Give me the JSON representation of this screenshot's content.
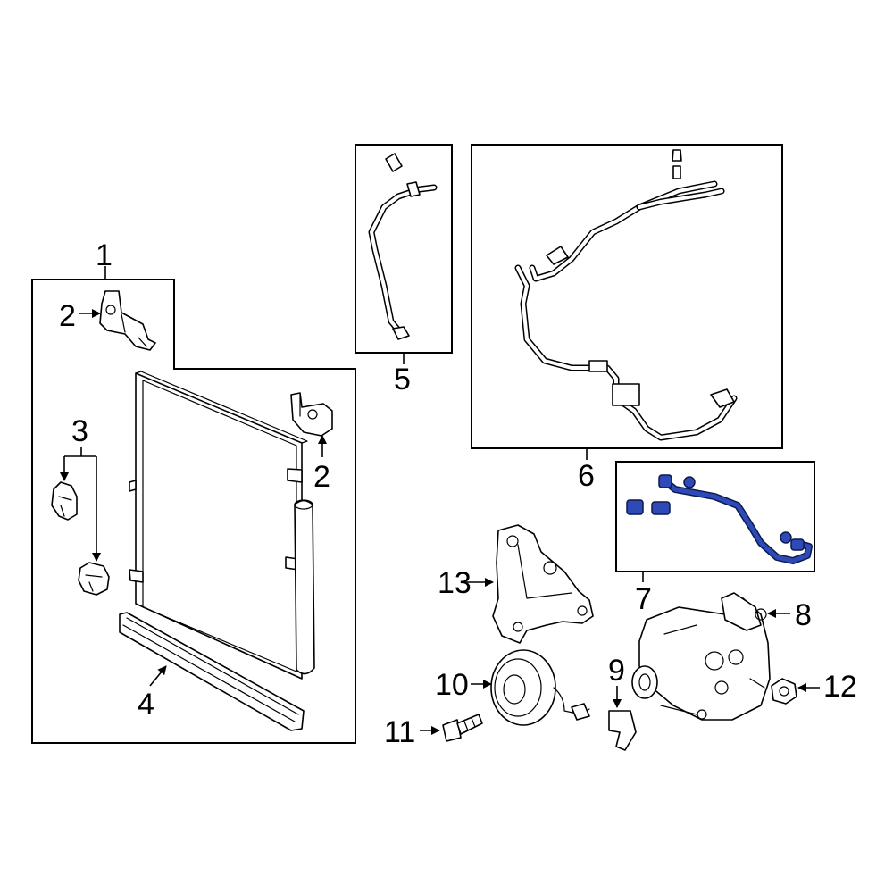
{
  "diagram": {
    "callouts": {
      "c1": "1",
      "c2a": "2",
      "c2b": "2",
      "c3": "3",
      "c4": "4",
      "c5": "5",
      "c6": "6",
      "c7": "7",
      "c8": "8",
      "c9": "9",
      "c10": "10",
      "c11": "11",
      "c12": "12",
      "c13": "13"
    },
    "colors": {
      "highlight": "#2e49b8",
      "highlight_outline": "#0b1a4a",
      "line": "#000000",
      "background": "#ffffff"
    }
  }
}
